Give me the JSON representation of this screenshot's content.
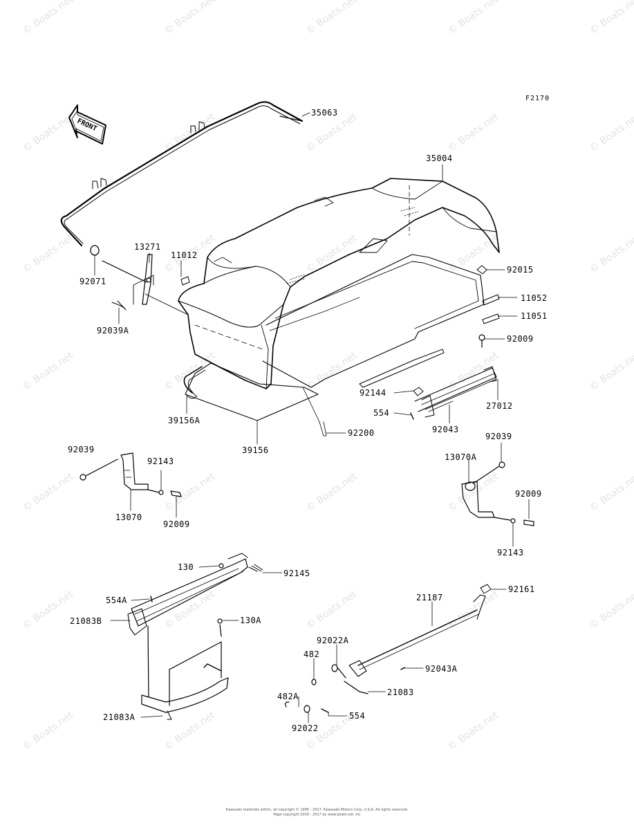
{
  "figure_code": "F2170",
  "front_label": "FRONT",
  "watermark_text": "© Boats.net",
  "copyright": "Kawasaki materials within, all copyright © 1995 - 2017, Kawasaki Motors Corp, U.S.A. All rights reserved.",
  "copyright_line2": "Page copyright 2016 - 2017 by www.boats.net, Inc",
  "labels": [
    {
      "text": "35063"
    },
    {
      "text": "35004"
    },
    {
      "text": "13271"
    },
    {
      "text": "11012"
    },
    {
      "text": "92071"
    },
    {
      "text": "92039A"
    },
    {
      "text": "92015"
    },
    {
      "text": "11052"
    },
    {
      "text": "11051"
    },
    {
      "text": "92009"
    },
    {
      "text": "92144"
    },
    {
      "text": "27012"
    },
    {
      "text": "554"
    },
    {
      "text": "92043"
    },
    {
      "text": "39156A"
    },
    {
      "text": "39156"
    },
    {
      "text": "92200"
    },
    {
      "text": "92039"
    },
    {
      "text": "92143"
    },
    {
      "text": "13070"
    },
    {
      "text": "92009"
    },
    {
      "text": "92039"
    },
    {
      "text": "13070A"
    },
    {
      "text": "92009"
    },
    {
      "text": "92143"
    },
    {
      "text": "130"
    },
    {
      "text": "92145"
    },
    {
      "text": "554A"
    },
    {
      "text": "21083B"
    },
    {
      "text": "130A"
    },
    {
      "text": "21083A"
    },
    {
      "text": "21187"
    },
    {
      "text": "92161"
    },
    {
      "text": "92022A"
    },
    {
      "text": "482"
    },
    {
      "text": "92043A"
    },
    {
      "text": "482A"
    },
    {
      "text": "21083"
    },
    {
      "text": "554"
    },
    {
      "text": "92022"
    }
  ]
}
